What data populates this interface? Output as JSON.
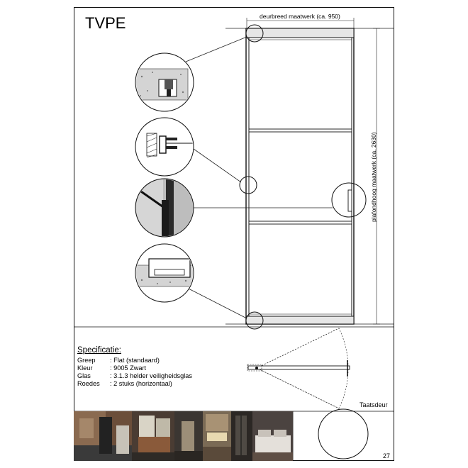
{
  "title": "TVPE",
  "dimensions": {
    "width_label": "deurbreed maatwerk (ca. 950)",
    "height_label": "plafondhoog maatwerk (ca. 2630)"
  },
  "specification": {
    "heading": "Specificatie:",
    "rows": [
      {
        "key": "Greep",
        "value": ": Flat (standaard)"
      },
      {
        "key": "Kleur",
        "value": ": 9005 Zwart"
      },
      {
        "key": "Glas",
        "value": ": 3.1.3 helder veiligheidsglas"
      },
      {
        "key": "Roedes",
        "value": ": 2 stuks (horizontaal)"
      }
    ]
  },
  "swing_label": "Taatsdeur",
  "page_number": "27",
  "colors": {
    "frame": "#1a1a1a",
    "line": "#222222",
    "concrete": "#d8d8d8"
  }
}
